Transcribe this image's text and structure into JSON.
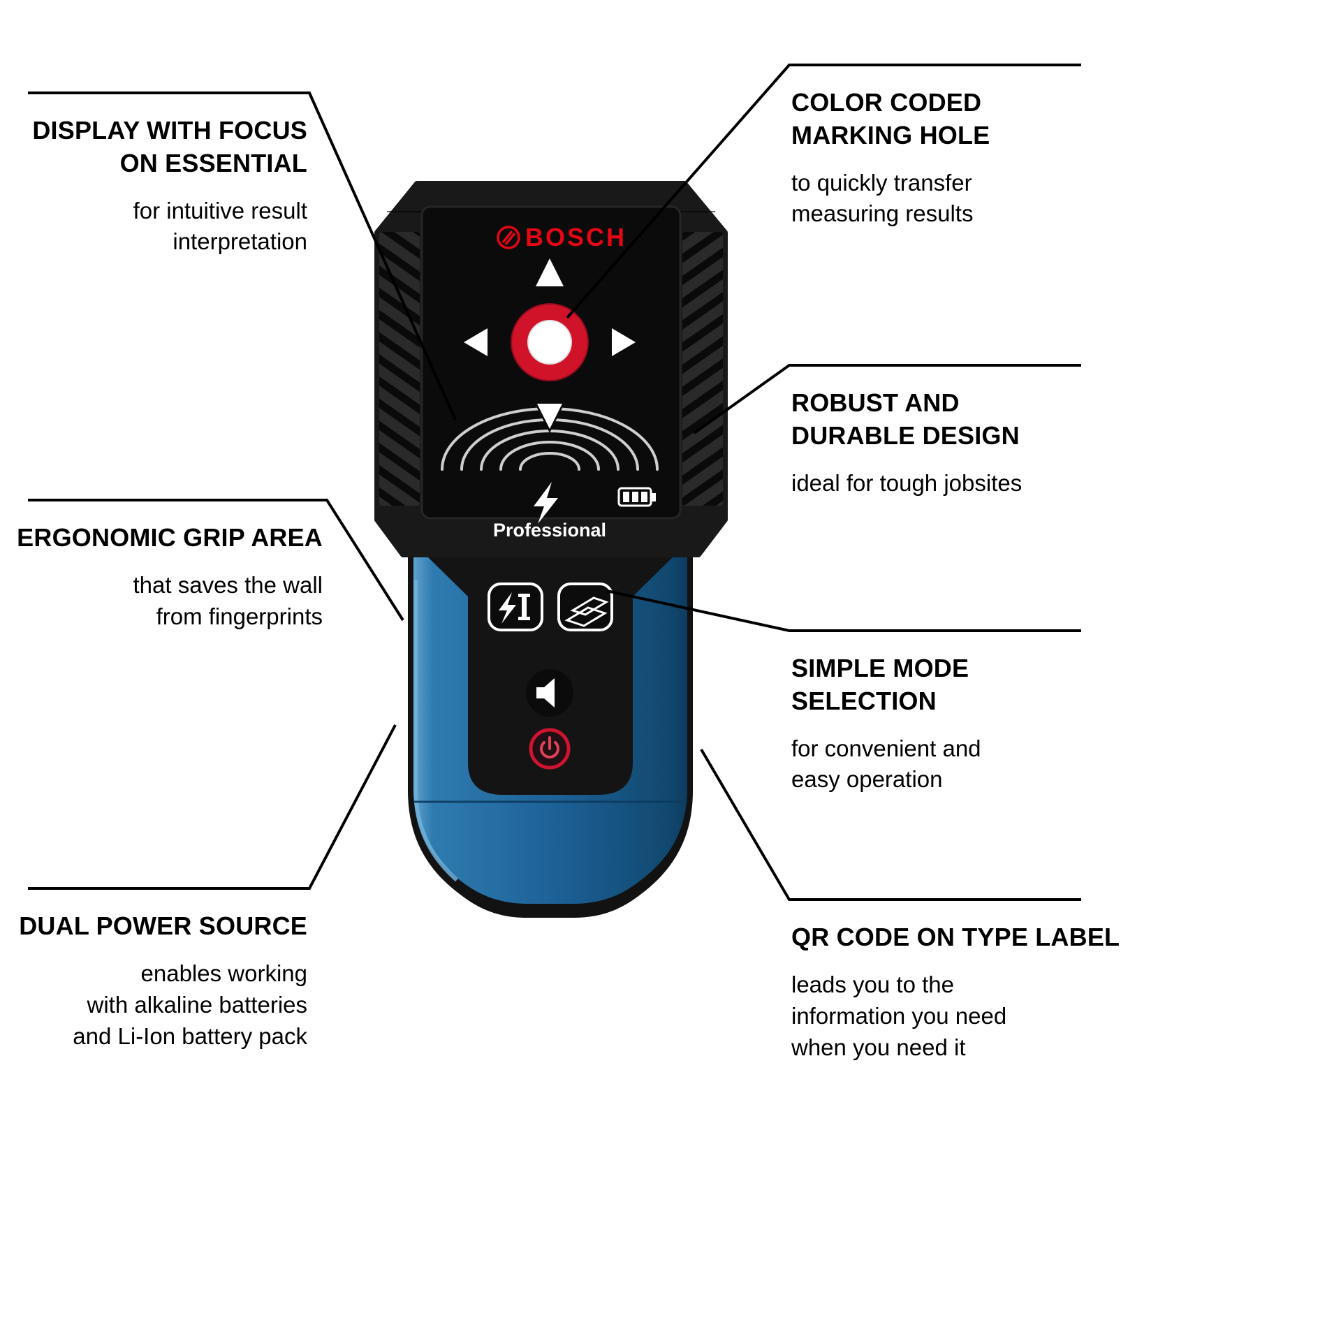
{
  "page": {
    "background": "#ffffff",
    "line_color": "#000000"
  },
  "device": {
    "brand": "BOSCH",
    "product_line": "Professional",
    "colors": {
      "bosch_red": "#e30613",
      "marking_ring_red": "#d01329",
      "body_blue": "#1d6298",
      "housing_black": "#141414"
    },
    "icons": [
      "bosch-logo-icon",
      "up-arrow-icon",
      "left-arrow-icon",
      "right-arrow-icon",
      "marking-hole",
      "radar-arcs",
      "down-pointer-icon",
      "lightning-icon",
      "battery-icon",
      "wiring-mode-icon",
      "material-mode-icon",
      "speaker-icon",
      "power-icon"
    ]
  },
  "callouts": {
    "display": {
      "title": "DISPLAY WITH FOCUS\nON ESSENTIAL",
      "desc": "for intuitive result\ninterpretation"
    },
    "marking_hole": {
      "title": "COLOR CODED\nMARKING HOLE",
      "desc": "to quickly transfer\nmeasuring results"
    },
    "robust": {
      "title": "ROBUST AND\nDURABLE DESIGN",
      "desc": "ideal for tough jobsites"
    },
    "ergonomic": {
      "title": "ERGONOMIC GRIP AREA",
      "desc": "that saves the wall\nfrom fingerprints"
    },
    "mode": {
      "title": "SIMPLE MODE\nSELECTION",
      "desc": "for convenient and\neasy operation"
    },
    "power": {
      "title": "DUAL POWER SOURCE",
      "desc": "enables working\nwith alkaline batteries\nand Li-Ion battery pack"
    },
    "qr": {
      "title": "QR CODE ON TYPE LABEL",
      "desc": "leads you to the\ninformation you need\nwhen you need it"
    }
  }
}
